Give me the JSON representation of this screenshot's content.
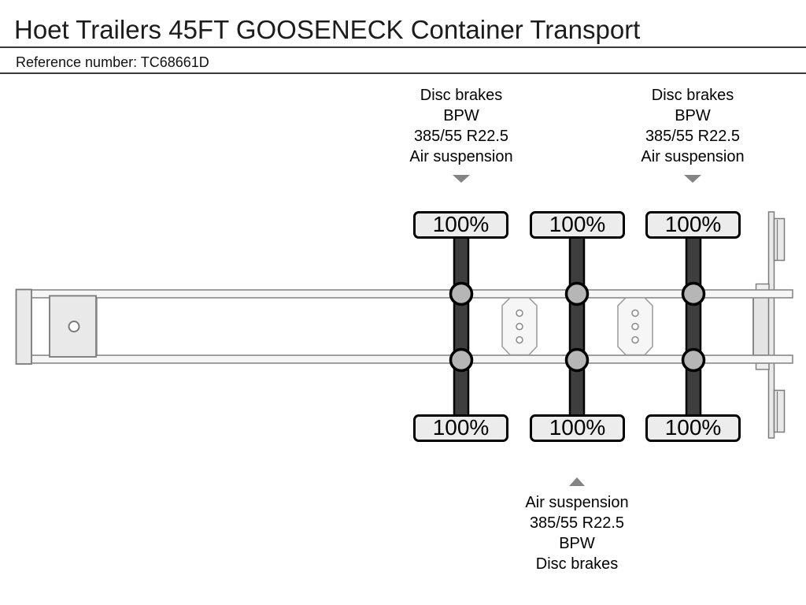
{
  "header": {
    "title": "Hoet Trailers 45FT GOOSENECK Container Transport",
    "reference_line": "Reference number: TC68661D"
  },
  "annotations": {
    "front_axle_group": {
      "lines": [
        "Disc brakes",
        "BPW",
        "385/55 R22.5",
        "Air suspension"
      ],
      "arrow_direction": "down"
    },
    "rear_axle_group": {
      "lines": [
        "Disc brakes",
        "BPW",
        "385/55 R22.5",
        "Air suspension"
      ],
      "arrow_direction": "down"
    },
    "middle_axle_group": {
      "lines": [
        "Air suspension",
        "385/55 R22.5",
        "BPW",
        "Disc brakes"
      ],
      "arrow_direction": "up"
    }
  },
  "axles": [
    {
      "name": "axle-1",
      "percent_top": "100%",
      "percent_bottom": "100%"
    },
    {
      "name": "axle-2",
      "percent_top": "100%",
      "percent_bottom": "100%"
    },
    {
      "name": "axle-3",
      "percent_top": "100%",
      "percent_bottom": "100%"
    }
  ],
  "colors": {
    "axle_bar": "#3e3e3e",
    "wheel_fill": "#b6b6b6",
    "badge_background": "#ececec",
    "frame_fill": "#e9e9e9",
    "rail_fill": "#f6f6f6",
    "arrow": "#848484",
    "rule": "#3a3a3a"
  }
}
